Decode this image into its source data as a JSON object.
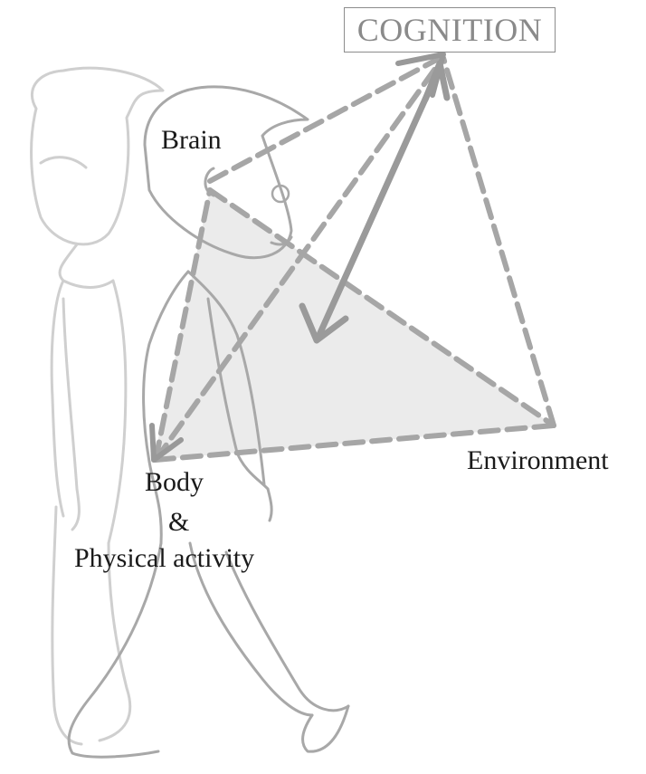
{
  "labels": {
    "cognition": "COGNITION",
    "brain": "Brain",
    "environment": "Environment",
    "body": "Body",
    "ampersand": "&",
    "physical_activity": "Physical activity"
  },
  "colors": {
    "figure_stroke": "#b8b8b8",
    "figure_stroke_dark": "#9a9a9a",
    "triangle_fill": "#e6e6e6",
    "dashed_line": "#a8a8a8",
    "arrow": "#9a9a9a",
    "cognition_text": "#8a8a8a"
  },
  "icons": [
    "walking-child-illustration",
    "double-headed-arrow"
  ]
}
